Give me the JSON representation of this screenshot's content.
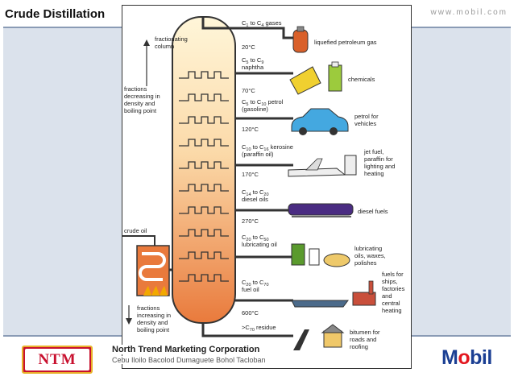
{
  "slide": {
    "title": "Crude Distillation",
    "url": "www.mobil.com"
  },
  "diagram": {
    "column_label": "fractionating column",
    "decreasing_label": "fractions decreasing in density and boiling point",
    "crude_label": "crude oil",
    "increasing_label": "fractions increasing in density and boiling point",
    "fractions": [
      {
        "name": "C1 to C4 gases",
        "product": "liquefied petroleum gas"
      },
      {
        "name": "C5 to C9 naphtha",
        "product": "chemicals"
      },
      {
        "name": "C5 to C10 petrol (gasoline)",
        "product": "petrol for vehicles"
      },
      {
        "name": "C10 to C16 kerosine (paraffin oil)",
        "product": "jet fuel, paraffin for lighting and heating"
      },
      {
        "name": "C14 to C20 diesel oils",
        "product": "diesel fuels"
      },
      {
        "name": "C20 to C50 lubricating oil",
        "product": "lubricating oils, waxes, polishes"
      },
      {
        "name": "C20 to C70 fuel oil",
        "product": "fuels for ships, factories and central heating"
      },
      {
        "name": ">C70 residue",
        "product": "bitumen for roads and roofing"
      }
    ],
    "temperatures": [
      "20°C",
      "70°C",
      "120°C",
      "170°C",
      "270°C",
      "600°C"
    ],
    "icon_colors": {
      "lpg": "#d9602a",
      "car": "#44a8e0",
      "train": "#4a2c82",
      "fire": "#f2a900",
      "column_top": "#fff6d9",
      "column_bottom": "#e97a3c"
    }
  },
  "footer": {
    "logo_text": "NTM",
    "company": "North Trend Marketing Corporation",
    "branches": "Cebu Iloilo Bacolod Dumaguete Bohol Tacloban",
    "brand": "Mobil"
  }
}
